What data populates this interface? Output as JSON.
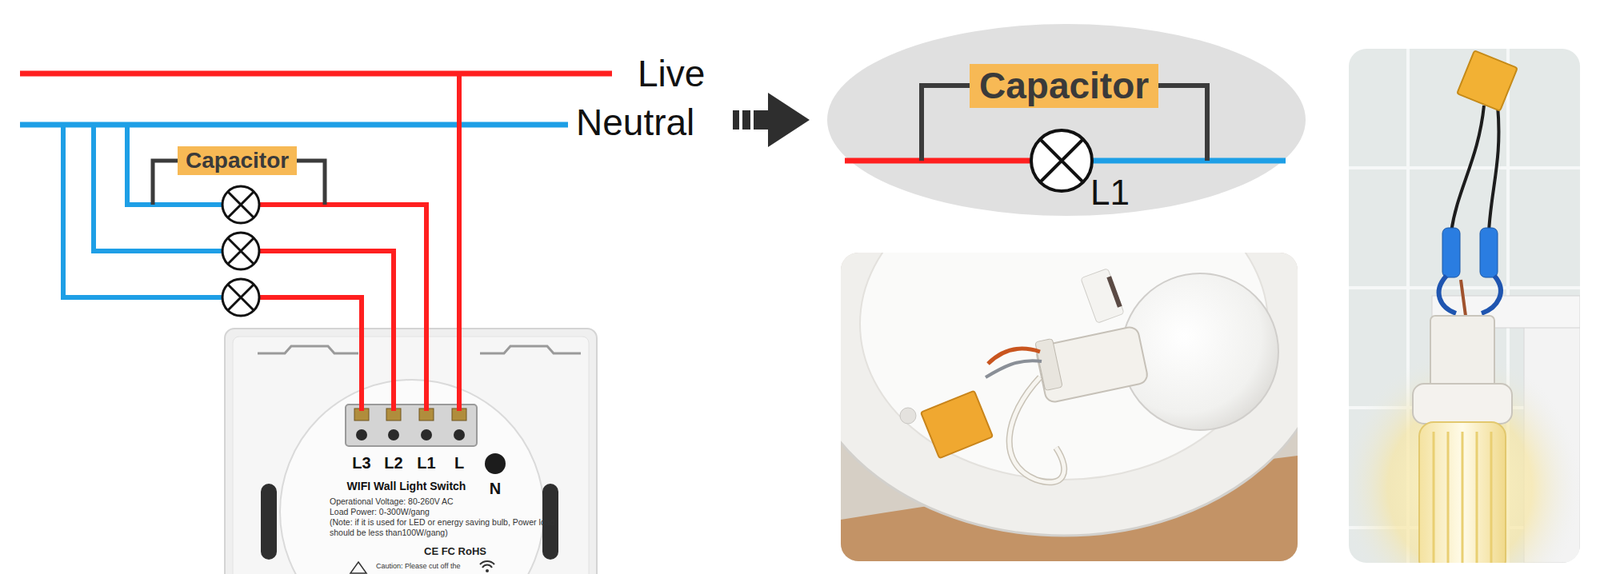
{
  "diagram": {
    "nodes": [
      {
        "text": [
          "Capacitor"
        ]
      },
      {
        "text": [
          "L1"
        ]
      },
      {
        "text": [
          "Capacitor"
        ],
        "in": 1
      },
      {
        "text": [
          "L3",
          "L2",
          "L1",
          "L",
          "N",
          "WIFI Wall Light Switch",
          "Operational Voltage: 80-260V AC",
          "Load Power: 0-300W/gang",
          "(Note: if it is used for LED or energy saving bulb, Power load should be less than100W/gang)",
          "CE FC RoHS",
          "Caution: Please cut off the"
        ]
      }
    ],
    "labels": [
      "Live",
      "Neutral"
    ]
  }
}
